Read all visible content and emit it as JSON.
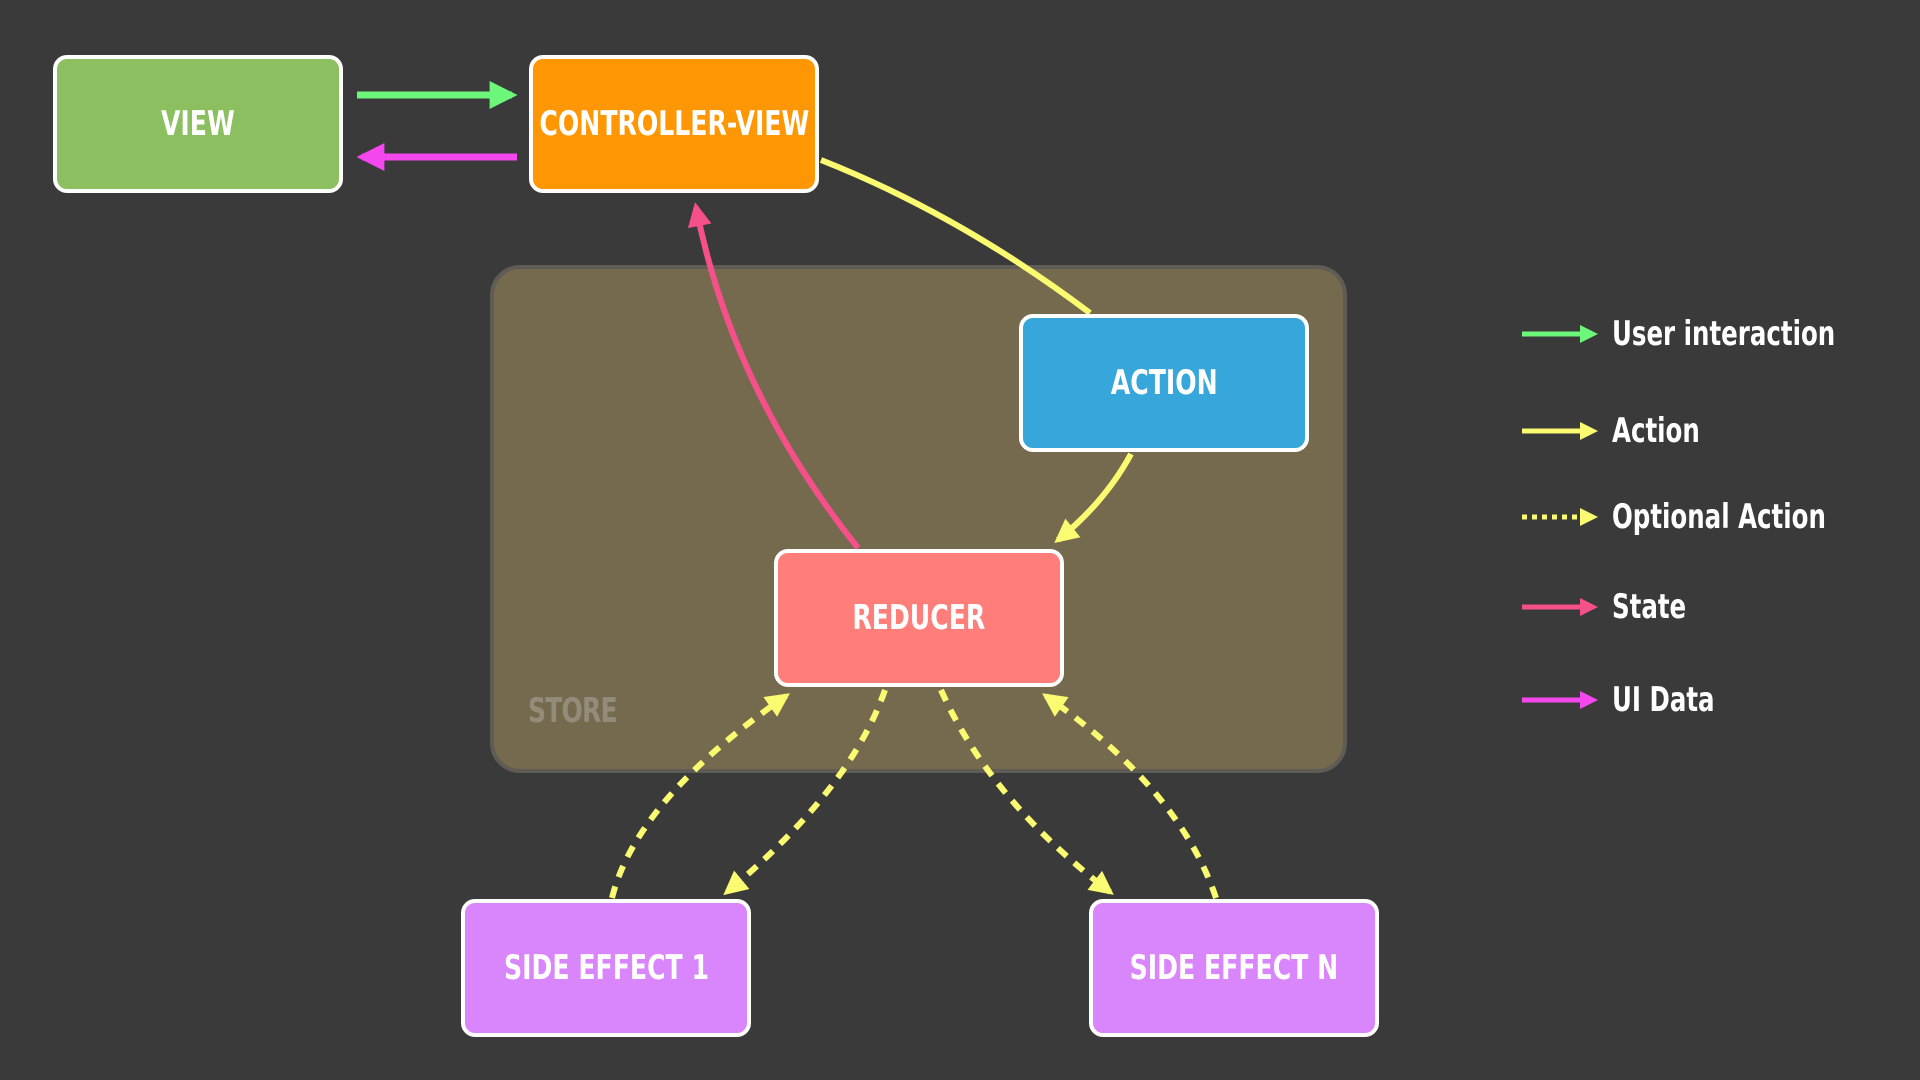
{
  "diagram": {
    "store_label": "STORE",
    "nodes": {
      "view": {
        "label": "VIEW",
        "color": "#8cbf5f"
      },
      "controller_view": {
        "label": "CONTROLLER-VIEW",
        "color": "#ff9704"
      },
      "action": {
        "label": "ACTION",
        "color": "#37a6da"
      },
      "reducer": {
        "label": "REDUCER",
        "color": "#ff7e7a"
      },
      "side_effect_1": {
        "label": "SIDE EFFECT 1",
        "color": "#d985fc"
      },
      "side_effect_n": {
        "label": "SIDE EFFECT N",
        "color": "#d985fc"
      }
    },
    "edges": [
      {
        "from": "VIEW",
        "to": "CONTROLLER-VIEW",
        "type": "User interaction"
      },
      {
        "from": "CONTROLLER-VIEW",
        "to": "VIEW",
        "type": "UI Data"
      },
      {
        "from": "CONTROLLER-VIEW",
        "to": "ACTION",
        "type": "Action"
      },
      {
        "from": "ACTION",
        "to": "REDUCER",
        "type": "Action"
      },
      {
        "from": "REDUCER",
        "to": "CONTROLLER-VIEW",
        "type": "State"
      },
      {
        "from": "REDUCER",
        "to": "SIDE EFFECT 1",
        "type": "Optional Action"
      },
      {
        "from": "SIDE EFFECT 1",
        "to": "REDUCER",
        "type": "Optional Action"
      },
      {
        "from": "REDUCER",
        "to": "SIDE EFFECT N",
        "type": "Optional Action"
      },
      {
        "from": "SIDE EFFECT N",
        "to": "REDUCER",
        "type": "Optional Action"
      }
    ]
  },
  "legend": {
    "items": [
      {
        "label": "User interaction",
        "color": "#6cf77a",
        "style": "solid"
      },
      {
        "label": "Action",
        "color": "#fbfb72",
        "style": "solid"
      },
      {
        "label": "Optional Action",
        "color": "#fbfb72",
        "style": "dotted"
      },
      {
        "label": "State",
        "color": "#f5508a",
        "style": "solid"
      },
      {
        "label": "UI Data",
        "color": "#f547ee",
        "style": "solid"
      }
    ]
  },
  "colors": {
    "background": "#3a3a3a",
    "store_fill": "#756a4d",
    "store_border": "#5f5b55",
    "node_border": "#ffffff",
    "user_interaction": "#6cf77a",
    "action": "#fbfb72",
    "state": "#f5508a",
    "ui_data": "#f547ee"
  }
}
